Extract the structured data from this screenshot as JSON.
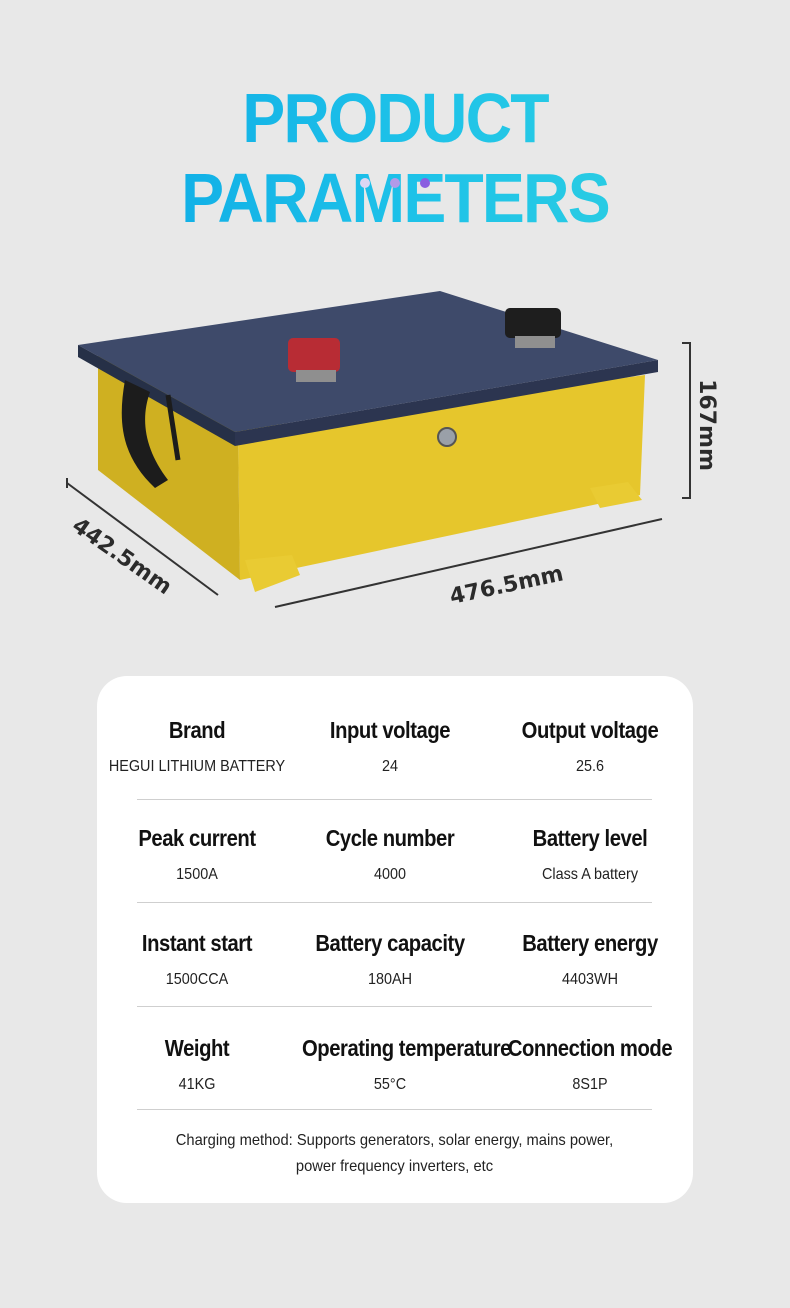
{
  "title": "PRODUCT PARAMETERS",
  "dot_colors": [
    "#ddd6f3",
    "#b39ae8",
    "#8a5ee0"
  ],
  "dimensions": {
    "depth": "442.5mm",
    "width": "476.5mm",
    "height": "167mm"
  },
  "specs": [
    [
      {
        "label": "Brand",
        "value": "HEGUI LITHIUM BATTERY"
      },
      {
        "label": "Input voltage",
        "value": "24"
      },
      {
        "label": "Output voltage",
        "value": "25.6"
      }
    ],
    [
      {
        "label": "Peak current",
        "value": "1500A"
      },
      {
        "label": "Cycle number",
        "value": "4000"
      },
      {
        "label": "Battery level",
        "value": "Class A battery"
      }
    ],
    [
      {
        "label": "Instant start",
        "value": "1500CCA"
      },
      {
        "label": "Battery capacity",
        "value": "180AH"
      },
      {
        "label": "Battery energy",
        "value": "4403WH"
      }
    ],
    [
      {
        "label": "Weight",
        "value": "41KG"
      },
      {
        "label": "Operating temperature",
        "value": "55°C"
      },
      {
        "label": "Connection mode",
        "value": "8S1P"
      }
    ]
  ],
  "charging_note": {
    "line1": "Charging method: Supports generators, solar energy, mains power,",
    "line2": "power frequency inverters, etc"
  }
}
